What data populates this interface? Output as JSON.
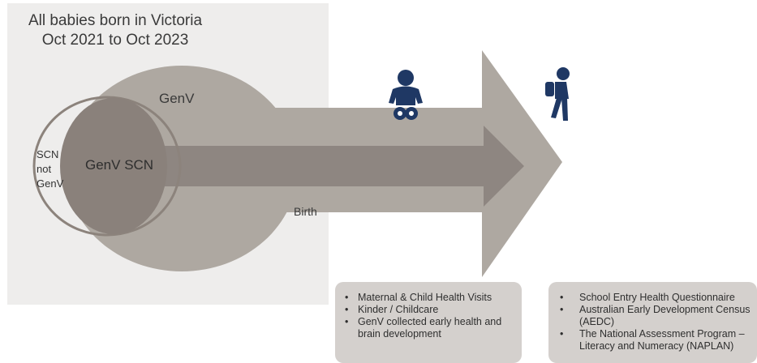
{
  "title": {
    "line1": "All babies born in Victoria",
    "line2": "Oct 2021 to Oct 2023"
  },
  "labels": {
    "genv": "GenV",
    "genv_scn": "GenV SCN",
    "birth": "Birth",
    "scn_not_genv": [
      "SCN",
      "not",
      "GenV"
    ]
  },
  "icons": {
    "baby": "baby-icon",
    "child": "child-walking-icon"
  },
  "boxes": {
    "early_years": {
      "items": [
        "Maternal & Child Health Visits",
        "Kinder / Childcare",
        "GenV collected early health and brain development"
      ]
    },
    "school_years": {
      "items": [
        "School Entry Health Questionnaire",
        "Australian Early Development Census (AEDC)",
        "The National Assessment Program – Literacy and Numeracy (NAPLAN)"
      ]
    }
  },
  "colors": {
    "population_bg": "#eeedec",
    "genv_fill": "#aea8a1",
    "genv_scn_fill": "#8a817b",
    "inner_arrow": "#8e8681",
    "outline": "#8c837c",
    "icon": "#1f3864",
    "box_bg": "#d4d0cd"
  }
}
